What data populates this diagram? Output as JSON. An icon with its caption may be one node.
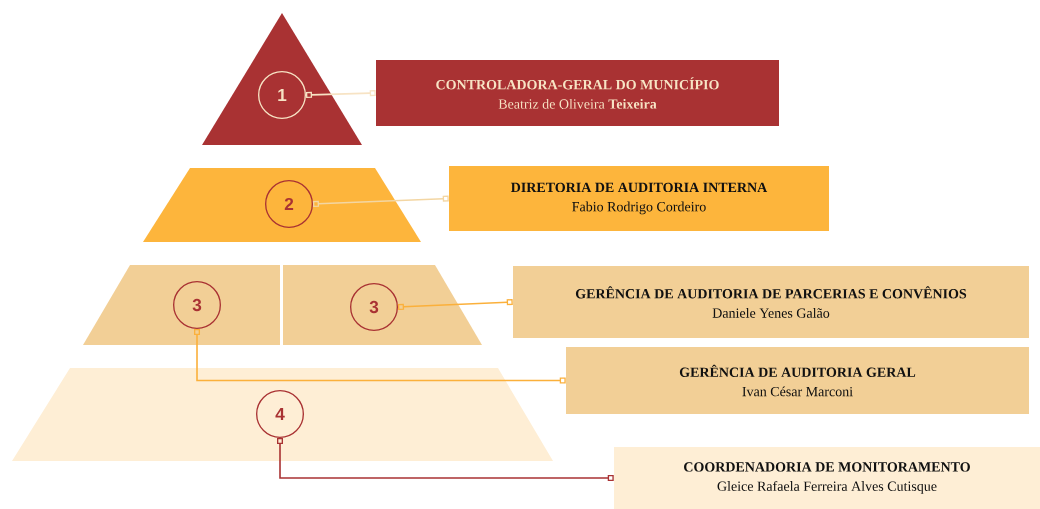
{
  "diagram": {
    "nodes": [
      {
        "text": [],
        "shape": "triangle"
      },
      {
        "text": [
          "1"
        ],
        "in": 0
      },
      {
        "text": [
          "CONTROLADORA-GERAL DO MUNICÍPIO",
          "Beatriz de Oliveira **Teixeira**"
        ]
      },
      {
        "text": [],
        "shape": "trapezoid"
      },
      {
        "text": [
          "2"
        ],
        "in": 3
      },
      {
        "text": [
          "DIRETORIA DE AUDITORIA INTERNA",
          "Fabio Rodrigo Cordeiro"
        ]
      },
      {
        "text": [],
        "shape": "trapezoid"
      },
      {
        "text": [
          "3"
        ],
        "in": 6
      },
      {
        "text": [],
        "shape": "trapezoid"
      },
      {
        "text": [
          "3"
        ],
        "in": 8
      },
      {
        "text": [
          "GERÊNCIA DE AUDITORIA DE PARCERIAS E CONVÊNIOS",
          "Daniele Yenes Galão"
        ]
      },
      {
        "text": [
          "GERÊNCIA DE AUDITORIA GERAL",
          "Ivan César Marconi"
        ]
      },
      {
        "text": [],
        "shape": "trapezoid"
      },
      {
        "text": [
          "4"
        ],
        "in": 12
      },
      {
        "text": [
          "COORDENADORIA DE MONITORAMENTO",
          "Gleice Rafaela Ferreira Alves Cutisque"
        ]
      }
    ],
    "edges": [
      {
        "from": 1,
        "to": 2,
        "arrow": "other",
        "color": "#f7e3c4"
      },
      {
        "from": 4,
        "to": 5,
        "arrow": "other",
        "color": "#f3d6a3"
      },
      {
        "from": 9,
        "to": 10,
        "arrow": "other",
        "color": "#fbb03b"
      },
      {
        "from": 7,
        "to": 11,
        "arrow": "other",
        "color": "#fbb03b"
      },
      {
        "from": 13,
        "to": 14,
        "arrow": "other",
        "color": "#a93233"
      }
    ]
  }
}
